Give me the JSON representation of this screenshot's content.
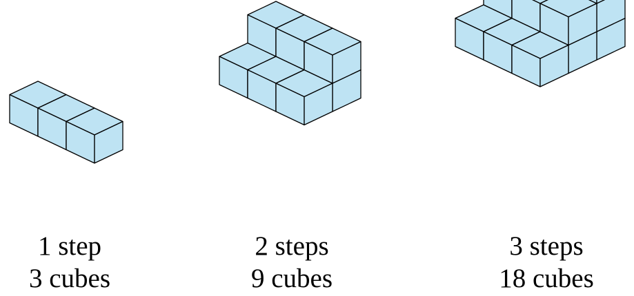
{
  "colors": {
    "cube_fill": "#bee3f3",
    "edge": "#000000",
    "background": "#ffffff"
  },
  "figures": [
    {
      "steps": 1,
      "cube_count": 3,
      "step_label": "1 step",
      "cube_label": "3 cubes"
    },
    {
      "steps": 2,
      "cube_count": 9,
      "step_label": "2 steps",
      "cube_label": "9 cubes"
    },
    {
      "steps": 3,
      "cube_count": 18,
      "step_label": "3 steps",
      "cube_label": "18 cubes"
    }
  ]
}
